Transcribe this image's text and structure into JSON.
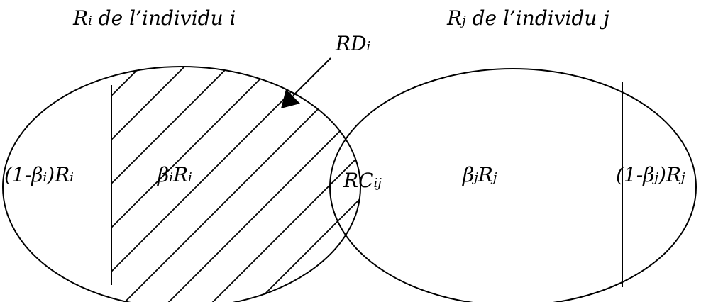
{
  "labels": {
    "set_i": {
      "main": "R",
      "sub": "i",
      "rest": " de l’individu i"
    },
    "set_j": {
      "main": "R",
      "sub": "j",
      "rest": " de l’individu j"
    },
    "rd": {
      "main": "RD",
      "sub": "i"
    },
    "left_i": {
      "a": "(1-",
      "beta": "β",
      "sub1": "i",
      "b": ")R",
      "sub2": "i"
    },
    "beta_i": {
      "beta": "β",
      "sub1": "i",
      "r": "R",
      "sub2": "i"
    },
    "rc": {
      "main": "RC",
      "sub": "ij"
    },
    "beta_j": {
      "beta": "β",
      "sub1": "j",
      "r": "R",
      "sub2": "j"
    },
    "right_j": {
      "a": "(1-",
      "beta": "β",
      "sub1": "j",
      "b": ")R",
      "sub2": "j"
    }
  },
  "colors": {
    "stroke": "#000000",
    "background": "#ffffff"
  }
}
